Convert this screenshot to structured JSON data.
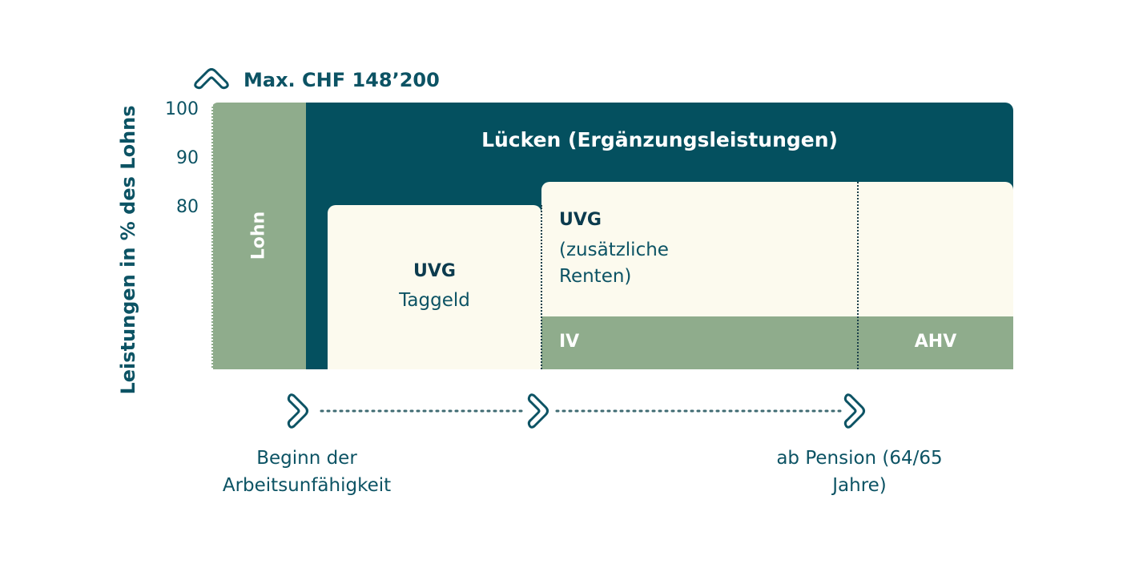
{
  "y_axis": {
    "label": "Leistungen in % des Lohns",
    "ticks": [
      "100",
      "90",
      "80"
    ]
  },
  "max_cap": {
    "icon": "chevron-up-icon",
    "text": "Max. CHF 148’200"
  },
  "blocks": {
    "lohn": "Lohn",
    "gap": "Lücken (Ergänzungsleistungen)",
    "uvg_taggeld": {
      "title": "UVG",
      "sub": "Taggeld"
    },
    "uvg_renten": {
      "title": "UVG",
      "sub": "(zusätzliche Renten)"
    },
    "iv": "IV",
    "ahv": "AHV"
  },
  "timeline": {
    "icons": [
      "chevron-right-icon",
      "chevron-right-icon",
      "chevron-right-icon"
    ],
    "start_label": "Beginn der Arbeitsunfähigkeit",
    "end_label": "ab Pension (64/65 Jahre)"
  },
  "colors": {
    "dark_teal": "#04505f",
    "sage_green": "#8fac8c",
    "cream": "#fcfaee",
    "text_teal": "#0c5364"
  }
}
